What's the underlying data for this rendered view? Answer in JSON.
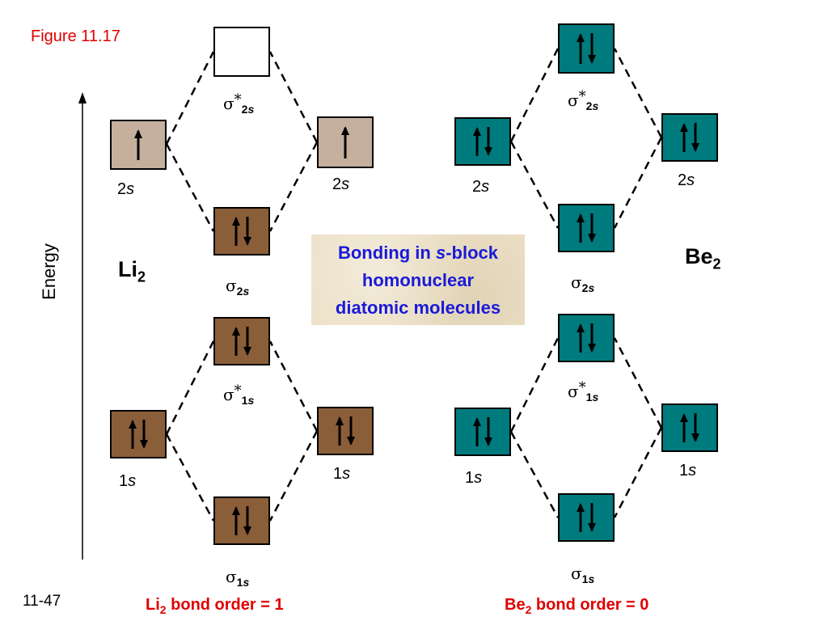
{
  "figure_label": "Figure 11.17",
  "page_number": "11-47",
  "axis_label": "Energy",
  "title": {
    "line1_before": "Bonding in ",
    "line1_italic": "s",
    "line1_after": "-block",
    "line2": "homonuclear",
    "line3": "diatomic molecules"
  },
  "molecules": [
    {
      "id": "li2",
      "symbol": "Li",
      "subscript": "2",
      "bond_order_text": " bond order = 1",
      "atomic_color": {
        "2s": "#c4b09c",
        "1s": "#8b5e3a"
      },
      "mo_color": "#8b5e3a",
      "levels": {
        "sigma_star_2s": {
          "electrons": 0
        },
        "sigma_2s": {
          "electrons": 2
        },
        "sigma_star_1s": {
          "electrons": 2
        },
        "sigma_1s": {
          "electrons": 2
        },
        "left_2s": {
          "electrons": 1
        },
        "right_2s": {
          "electrons": 1
        },
        "left_1s": {
          "electrons": 2
        },
        "right_1s": {
          "electrons": 2
        }
      }
    },
    {
      "id": "be2",
      "symbol": "Be",
      "subscript": "2",
      "bond_order_text": " bond order = 0",
      "atomic_color": {
        "2s": "#007b7d",
        "1s": "#007b7d"
      },
      "mo_color": "#007b7d",
      "levels": {
        "sigma_star_2s": {
          "electrons": 2
        },
        "sigma_2s": {
          "electrons": 2
        },
        "sigma_star_1s": {
          "electrons": 2
        },
        "sigma_1s": {
          "electrons": 2
        },
        "left_2s": {
          "electrons": 2
        },
        "right_2s": {
          "electrons": 2
        },
        "left_1s": {
          "electrons": 2
        },
        "right_1s": {
          "electrons": 2
        }
      }
    }
  ],
  "labels": {
    "ao_2s_num": "2",
    "ao_2s_letter": "s",
    "ao_1s_num": "1",
    "ao_1s_letter": "s",
    "sigma": "σ",
    "star": "*",
    "mo_2s_num": "2",
    "mo_2s_letter": "s",
    "mo_1s_num": "1",
    "mo_1s_letter": "s"
  },
  "colors": {
    "red_text": "#e00000",
    "title_blue": "#1a1ad8",
    "title_bg": "#ece0c6"
  }
}
